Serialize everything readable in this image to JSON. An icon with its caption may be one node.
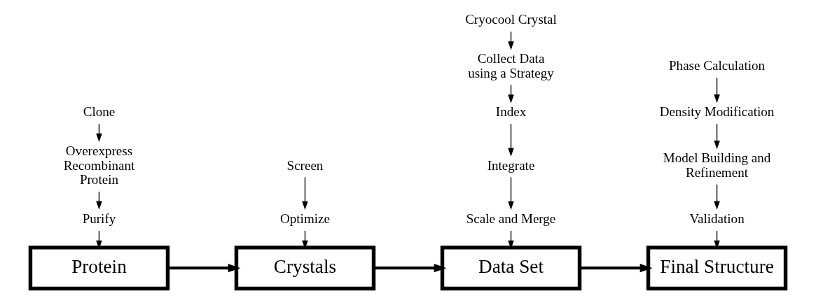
{
  "diagram": {
    "nodes": [
      {
        "text": [
          "Clone"
        ]
      },
      {
        "text": [
          "Overexpress Recombinant Protein"
        ]
      },
      {
        "text": [
          "Purify"
        ]
      },
      {
        "text": [
          "Protein"
        ]
      },
      {
        "text": [
          "Screen"
        ]
      },
      {
        "text": [
          "Optimize"
        ]
      },
      {
        "text": [
          "Crystals"
        ]
      },
      {
        "text": [
          "Cryocool Crystal"
        ]
      },
      {
        "text": [
          "Collect Data using a Strategy"
        ]
      },
      {
        "text": [
          "Index"
        ]
      },
      {
        "text": [
          "Integrate"
        ]
      },
      {
        "text": [
          "Scale and Merge"
        ]
      },
      {
        "text": [
          "Data Set"
        ]
      },
      {
        "text": [
          "Phase Calculation"
        ]
      },
      {
        "text": [
          "Density Modification"
        ]
      },
      {
        "text": [
          "Model Building and Refinement"
        ]
      },
      {
        "text": [
          "Validation"
        ]
      },
      {
        "text": [
          "Final Structure"
        ]
      }
    ],
    "edges": [
      {
        "from": 0,
        "to": 1,
        "arrow": "to"
      },
      {
        "from": 1,
        "to": 2,
        "arrow": "to"
      },
      {
        "from": 2,
        "to": 3,
        "arrow": "to"
      },
      {
        "from": 4,
        "to": 5,
        "arrow": "to"
      },
      {
        "from": 5,
        "to": 6,
        "arrow": "to"
      },
      {
        "from": 7,
        "to": 8,
        "arrow": "to"
      },
      {
        "from": 8,
        "to": 9,
        "arrow": "to"
      },
      {
        "from": 9,
        "to": 10,
        "arrow": "to"
      },
      {
        "from": 10,
        "to": 11,
        "arrow": "to"
      },
      {
        "from": 11,
        "to": 12,
        "arrow": "to"
      },
      {
        "from": 13,
        "to": 14,
        "arrow": "to"
      },
      {
        "from": 14,
        "to": 15,
        "arrow": "to"
      },
      {
        "from": 15,
        "to": 16,
        "arrow": "to"
      },
      {
        "from": 16,
        "to": 17,
        "arrow": "to"
      },
      {
        "from": 3,
        "to": 6,
        "arrow": "to",
        "style": "thick"
      },
      {
        "from": 6,
        "to": 12,
        "arrow": "to",
        "style": "thick"
      },
      {
        "from": 12,
        "to": 17,
        "arrow": "to",
        "style": "thick"
      }
    ]
  }
}
